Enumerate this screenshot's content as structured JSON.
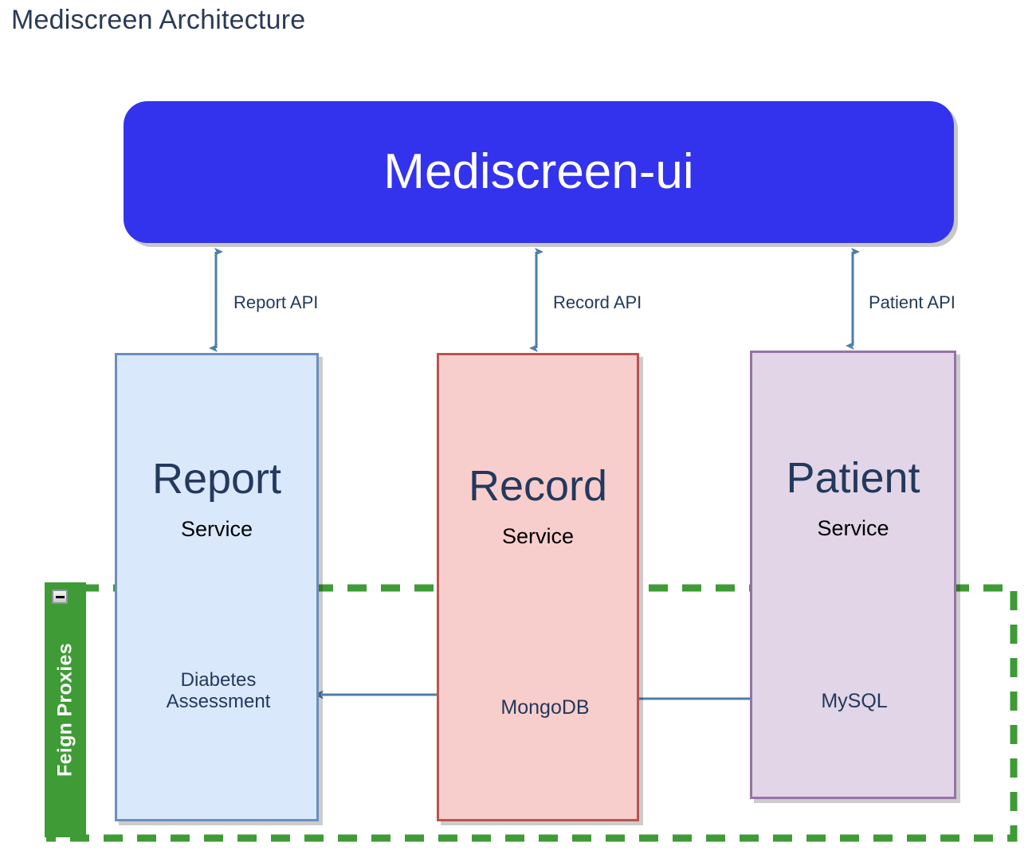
{
  "page": {
    "title": "Mediscreen Architecture",
    "background": "#FFFFFF"
  },
  "ui_layer": {
    "label": "Mediscreen-ui",
    "fill": "#3333EE",
    "text_color": "#FFFFFF"
  },
  "connectors": [
    {
      "name": "report-api",
      "label": "Report API",
      "from": "Mediscreen-ui",
      "to": "Report Service",
      "direction": "bidirectional",
      "color": "#4D7FA8"
    },
    {
      "name": "record-api",
      "label": "Record API",
      "from": "Mediscreen-ui",
      "to": "Record Service",
      "direction": "bidirectional",
      "color": "#4D7FA8"
    },
    {
      "name": "patient-api",
      "label": "Patient API",
      "from": "Mediscreen-ui",
      "to": "Patient Service",
      "direction": "bidirectional",
      "color": "#4D7FA8"
    }
  ],
  "services": [
    {
      "name": "report",
      "title": "Report",
      "subtitle": "Service",
      "fill": "#DAE8FC",
      "stroke": "#6C8EBF"
    },
    {
      "name": "record",
      "title": "Record",
      "subtitle": "Service",
      "fill": "#F8CECC",
      "stroke": "#B85450"
    },
    {
      "name": "patient",
      "title": "Patient",
      "subtitle": "Service",
      "fill": "#E1D5E7",
      "stroke": "#9673A6"
    }
  ],
  "nodes": {
    "diabetes": {
      "label_line1": "Diabetes",
      "label_line2": "Assessment",
      "shape": "diamond",
      "fill": "#FFF59B",
      "stroke": "#4D7FA8"
    },
    "mongodb": {
      "label": "MongoDB",
      "shape": "cylinder",
      "fill": "#B3B3B3",
      "stroke": "#4D7FA8"
    },
    "mysql": {
      "label": "MySQL",
      "shape": "cylinder",
      "fill": "#B3B3B3",
      "stroke": "#4D7FA8"
    }
  },
  "data_flows": [
    {
      "name": "mongodb-to-diabetes",
      "from": "MongoDB",
      "to": "Diabetes Assessment",
      "direction": "left",
      "color": "#4D7FA8"
    },
    {
      "name": "mysql-to-mongodb",
      "from": "MySQL",
      "to": "MongoDB",
      "direction": "left",
      "color": "#4D7FA8"
    }
  ],
  "feign_group": {
    "label": "Feign Proxies",
    "tab_color": "#3E9B35",
    "tab_text_color": "#FFFFFF",
    "border_color": "#3E9B35",
    "border_style": "dashed",
    "collapse_icon": "minus-icon"
  }
}
